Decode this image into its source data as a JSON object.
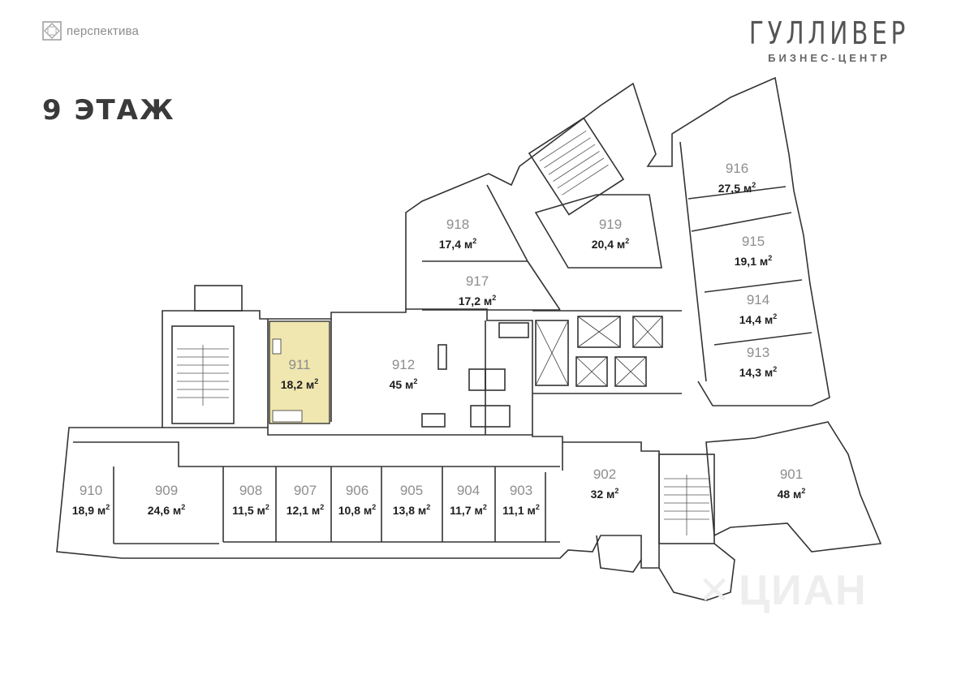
{
  "logo": {
    "text": "перспектива"
  },
  "brand": {
    "title": "ГУЛЛИВЕР",
    "subtitle": "БИЗНЕС-ЦЕНТР"
  },
  "floor": {
    "title": "9 ЭТАЖ"
  },
  "watermark": {
    "text": "ЦИАН"
  },
  "colors": {
    "highlight": "#efe6b0",
    "wall": "#333333",
    "number": "#8e8e8e",
    "area": "#1e1e1e"
  },
  "area_unit": "м",
  "area_unit_sup": "2",
  "highlighted_room": "911",
  "rooms": [
    {
      "id": "901",
      "number": "901",
      "area": "48"
    },
    {
      "id": "902",
      "number": "902",
      "area": "32"
    },
    {
      "id": "903",
      "number": "903",
      "area": "11,1"
    },
    {
      "id": "904",
      "number": "904",
      "area": "11,7"
    },
    {
      "id": "905",
      "number": "905",
      "area": "13,8"
    },
    {
      "id": "906",
      "number": "906",
      "area": "10,8"
    },
    {
      "id": "907",
      "number": "907",
      "area": "12,1"
    },
    {
      "id": "908",
      "number": "908",
      "area": "11,5"
    },
    {
      "id": "909",
      "number": "909",
      "area": "24,6"
    },
    {
      "id": "910",
      "number": "910",
      "area": "18,9"
    },
    {
      "id": "911",
      "number": "911",
      "area": "18,2"
    },
    {
      "id": "912",
      "number": "912",
      "area": "45"
    },
    {
      "id": "913",
      "number": "913",
      "area": "14,3"
    },
    {
      "id": "914",
      "number": "914",
      "area": "14,4"
    },
    {
      "id": "915",
      "number": "915",
      "area": "19,1"
    },
    {
      "id": "916",
      "number": "916",
      "area": "27,5"
    },
    {
      "id": "917",
      "number": "917",
      "area": "17,2"
    },
    {
      "id": "918",
      "number": "918",
      "area": "17,4"
    },
    {
      "id": "919",
      "number": "919",
      "area": "20,4"
    }
  ]
}
